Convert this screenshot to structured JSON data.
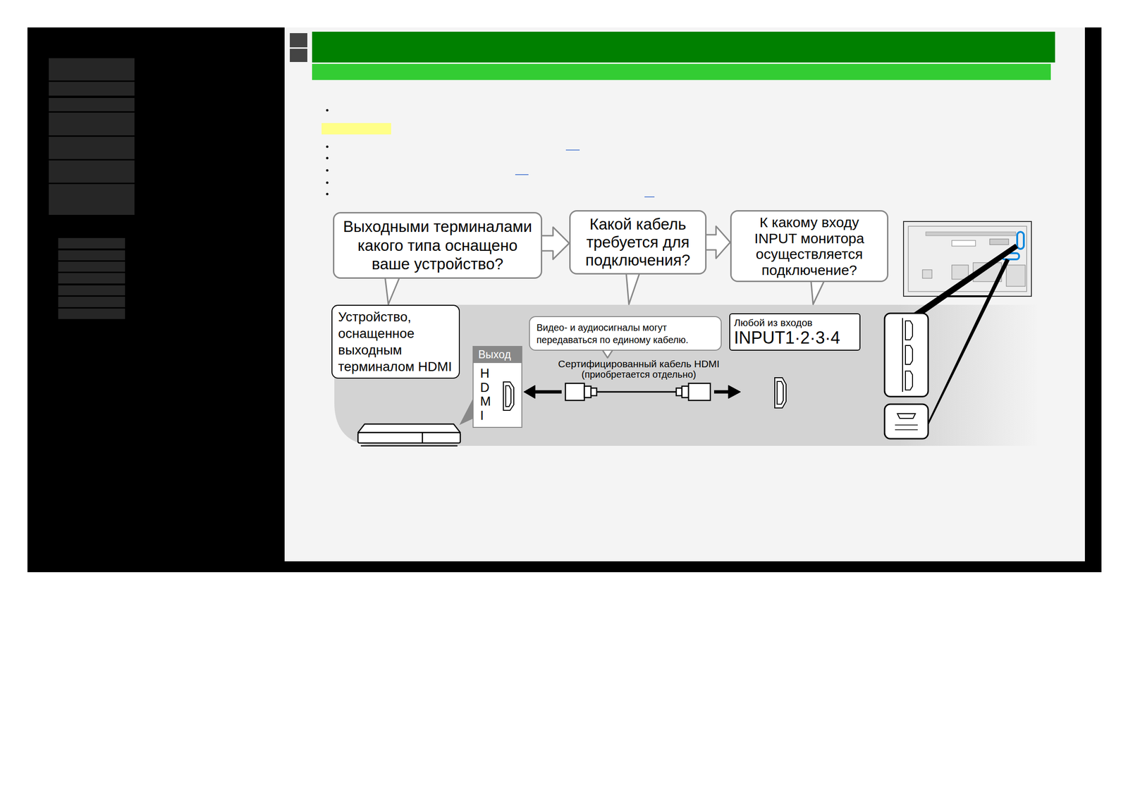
{
  "diagram": {
    "nodes": [
      {
        "text": [
          "Выходными терминалами какого типа оснащено ваше устройство?"
        ]
      },
      {
        "text": [
          "Какой кабель требуется для подключения?"
        ]
      },
      {
        "text": [
          "К какому входу INPUT монитора осуществляется подключение?"
        ]
      },
      {
        "text": [
          "Устройство, оснащенное выходным терминалом HDMI"
        ]
      },
      {
        "text": [
          "Выход",
          "HDMI"
        ]
      },
      {
        "text": [
          "Видео- и аудиосигналы могут передаваться по единому кабелю."
        ]
      },
      {
        "text": [
          "Любой из входов",
          "INPUT1·2·3·4"
        ]
      }
    ],
    "edges": [
      {
        "from": 0,
        "to": 1,
        "arrow": "to"
      },
      {
        "from": 1,
        "to": 2,
        "arrow": "to"
      }
    ],
    "labels": [
      "Сертифицированный кабель HDMI",
      "(приобретается отдельно)"
    ]
  }
}
